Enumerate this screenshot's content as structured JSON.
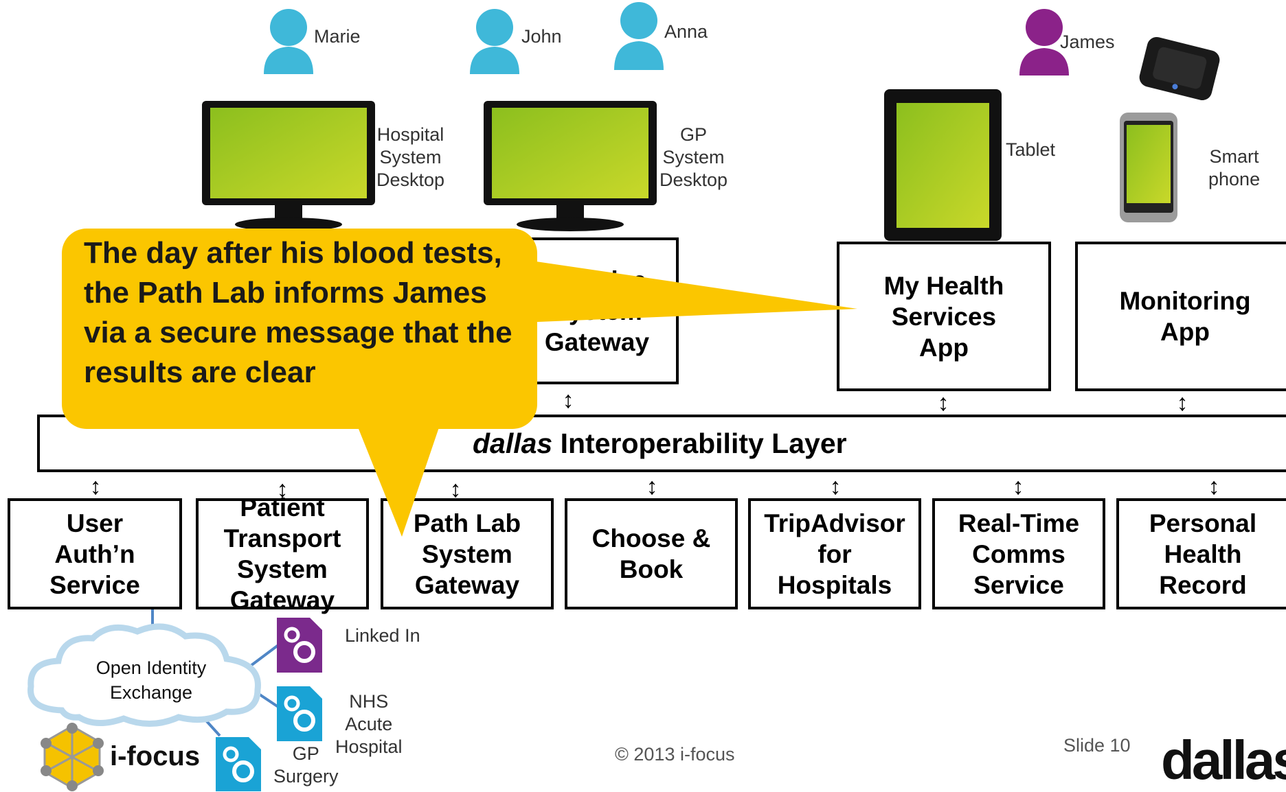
{
  "people": {
    "marie": "Marie",
    "john": "John",
    "anna": "Anna",
    "james": "James"
  },
  "devices": {
    "hospital_desktop": "Hospital\nSystem\nDesktop",
    "gp_desktop": "GP\nSystem\nDesktop",
    "tablet": "Tablet",
    "smartphone": "Smart\nphone"
  },
  "top_boxes": {
    "hidden_gateway": "Practice\nSystem\nGateway",
    "my_health": "My Health\nServices\nApp",
    "monitoring": "Monitoring\nApp"
  },
  "callout": "The day after his blood tests, the Path Lab informs James via a secure message that the results are clear",
  "layer": {
    "italic": "dallas",
    "rest": " Interoperability Layer"
  },
  "services": [
    "User\nAuth’n\nService",
    "Patient\nTransport\nSystem\nGateway",
    "Path Lab\nSystem\nGateway",
    "Choose &\nBook",
    "TripAdvisor\nfor\nHospitals",
    "Real-Time\nComms\nService",
    "Personal\nHealth\nRecord"
  ],
  "identity": {
    "cloud": "Open Identity\nExchange",
    "linkedin": "Linked In",
    "nhs": "NHS\nAcute\nHospital",
    "gp": "GP\nSurgery"
  },
  "footer": {
    "brand": "i-focus",
    "copyright": "© 2013 i-focus",
    "slide": "Slide 10",
    "logo": "dallas"
  },
  "colors": {
    "screen_green": "#9bc11c",
    "person_blue": "#3fb8d9",
    "person_purple": "#8b2289",
    "callout_yellow": "#fbc600",
    "app_purple": "#7b2a8c",
    "app_blue": "#1aa3d5"
  }
}
